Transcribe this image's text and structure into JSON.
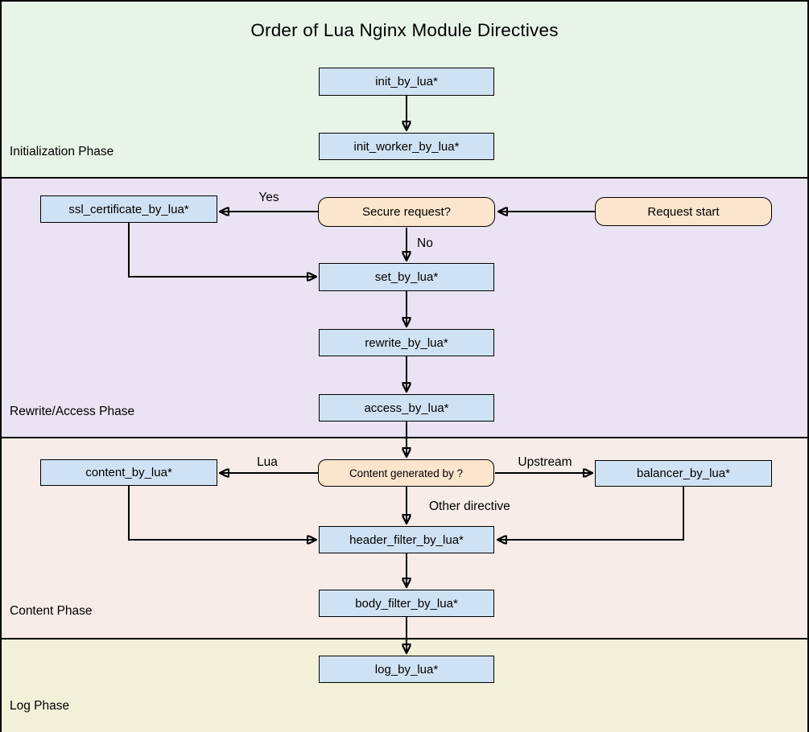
{
  "title": "Order of Lua Nginx Module Directives",
  "colors": {
    "phase_initialization_bg": "#e8f4e8",
    "phase_rewrite_access_bg": "#eae3f3",
    "phase_content_bg": "#f7ece8",
    "phase_log_bg": "#f2f0d9",
    "directive_node_fill": "#cfe2f3",
    "decision_node_fill": "#fce5cd",
    "border": "#000000",
    "arrow": "#000000"
  },
  "phases": [
    {
      "label": "Initialization Phase"
    },
    {
      "label": "Rewrite/Access Phase"
    },
    {
      "label": "Content Phase"
    },
    {
      "label": "Log Phase"
    }
  ],
  "nodes": {
    "init_by_lua": "init_by_lua*",
    "init_worker_by_lua": "init_worker_by_lua*",
    "ssl_certificate_by_lua": "ssl_certificate_by_lua*",
    "secure_request": "Secure request?",
    "request_start": "Request start",
    "set_by_lua": "set_by_lua*",
    "rewrite_by_lua": "rewrite_by_lua*",
    "access_by_lua": "access_by_lua*",
    "content_by_lua": "content_by_lua*",
    "content_generated_by": "Content generated by ?",
    "balancer_by_lua": "balancer_by_lua*",
    "header_filter_by_lua": "header_filter_by_lua*",
    "body_filter_by_lua": "body_filter_by_lua*",
    "log_by_lua": "log_by_lua*"
  },
  "edge_labels": {
    "yes": "Yes",
    "no": "No",
    "lua": "Lua",
    "upstream": "Upstream",
    "other_directive": "Other directive"
  }
}
